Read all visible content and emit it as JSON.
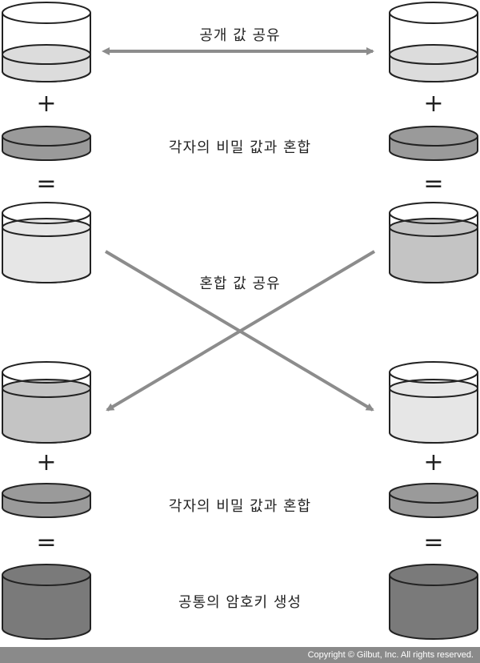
{
  "labels": {
    "share_public": "공개 값 공유",
    "mix_secret_top": "각자의 비밀 값과 혼합",
    "share_mixed": "혼합 값 공유",
    "mix_secret_bottom": "각자의 비밀 값과 혼합",
    "common_key": "공통의 암호키 생성"
  },
  "operators": {
    "plus": "+",
    "equals": "="
  },
  "footer": {
    "copyright": "Copyright © Gilbut, Inc. All rights reserved."
  },
  "colors": {
    "outline": "#222222",
    "arrow": "#8c8c8c",
    "public_liquid": "#dcdcdc",
    "secret_disc": "#9a9a9a",
    "mix_light": "#e6e6e6",
    "mix_dark": "#c4c4c4",
    "final_key": "#7a7a7a",
    "footer_bg": "#8a8a8a"
  }
}
